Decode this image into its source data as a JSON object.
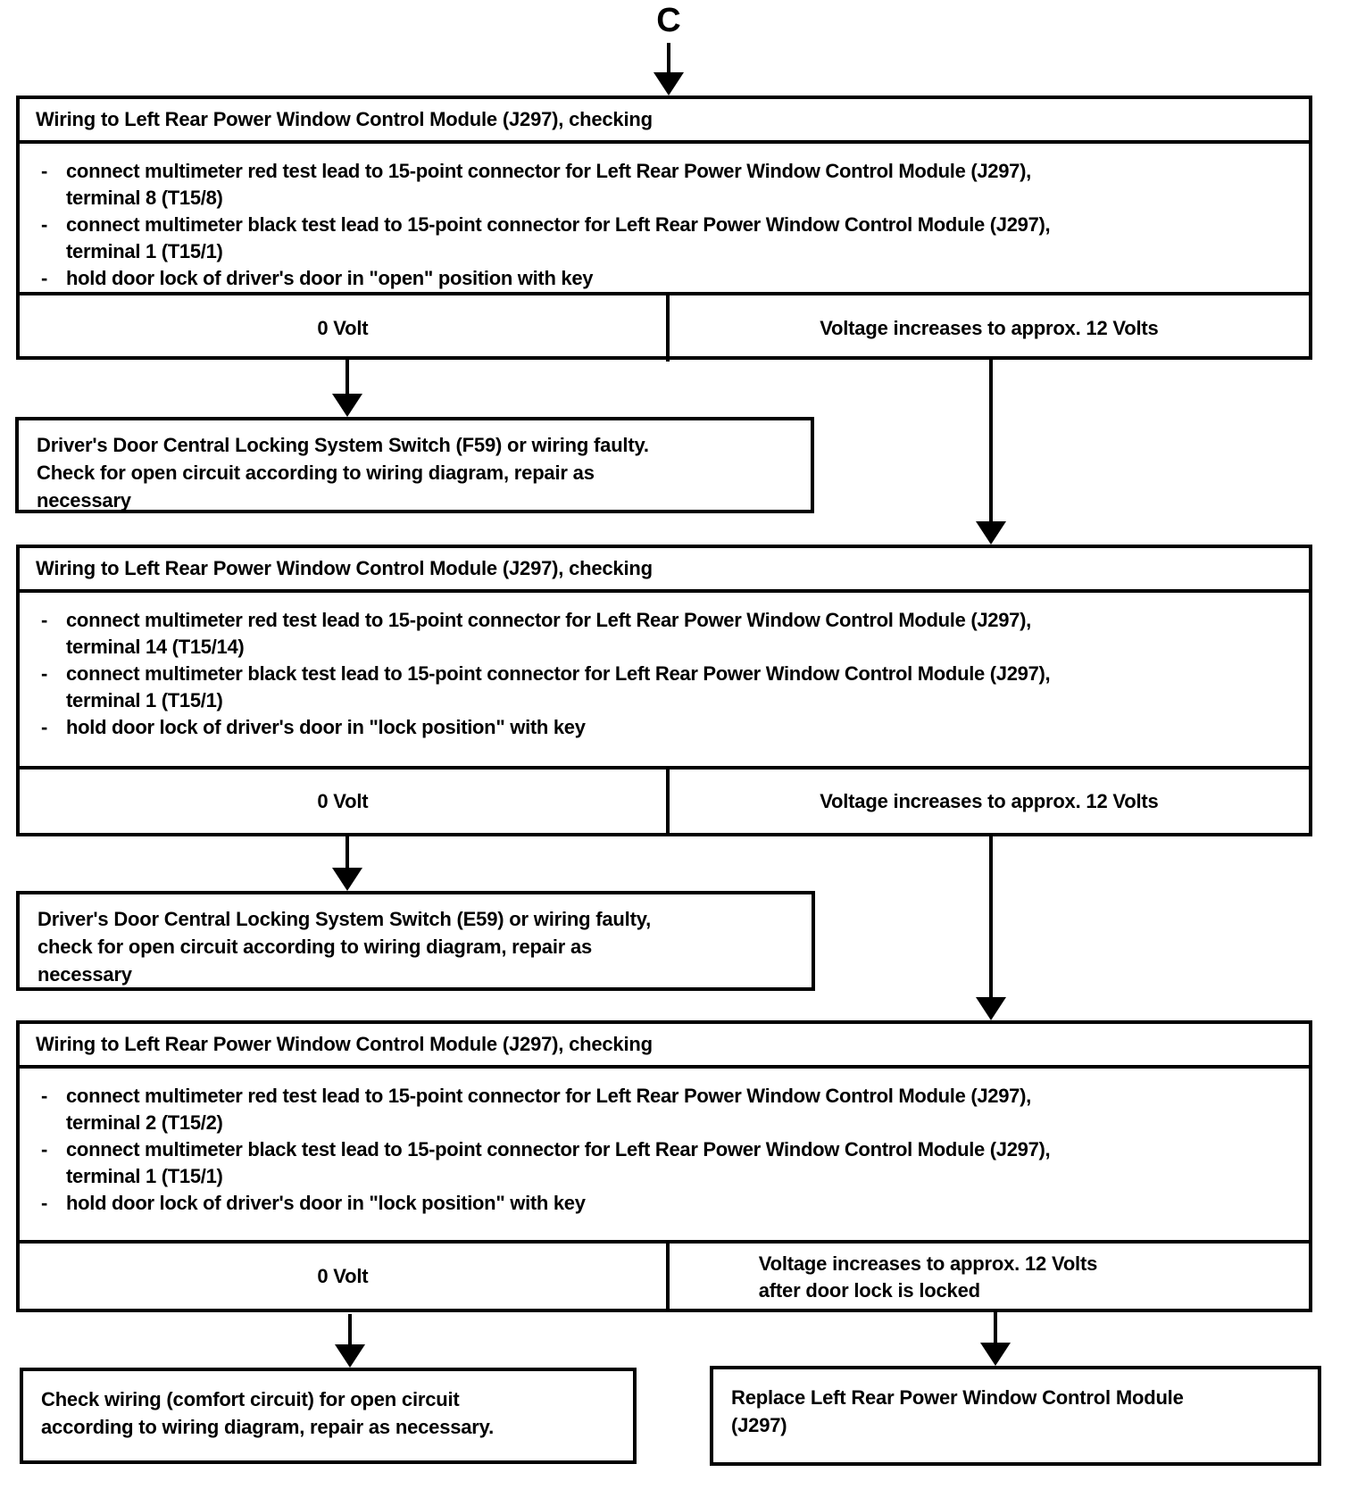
{
  "connector_label": "C",
  "bullet_marker": "-",
  "check1": {
    "title": "Wiring to Left Rear Power Window Control Module (J297), checking",
    "bullets": [
      "connect multimeter red test lead to 15-point connector for Left Rear Power Window Control Module (J297),\nterminal 8 (T15/8)",
      "connect multimeter black test lead to 15-point connector for Left Rear Power Window Control Module (J297),\nterminal 1 (T15/1)",
      "hold door lock of driver's door in \"open\" position with key"
    ],
    "result_left": "0 Volt",
    "result_right": "Voltage  increases to approx. 12 Volts"
  },
  "check2": {
    "title": "Wiring to Left Rear Power Window Control Module (J297), checking",
    "bullets": [
      "connect multimeter red test lead to 15-point connector for Left Rear Power Window Control Module (J297),\nterminal 14 (T15/14)",
      "connect multimeter black test lead to 15-point connector for  Left Rear Power Window Control Module (J297),\nterminal 1 (T15/1)",
      "hold door lock of driver's door in \"lock position\" with key"
    ],
    "result_left": "0 Volt",
    "result_right": "Voltage increases to approx. 12 Volts"
  },
  "check3": {
    "title": "Wiring to Left Rear Power Window Control Module (J297), checking",
    "bullets": [
      "connect multimeter red test lead to 15-point connector for Left Rear Power Window Control Module (J297),\nterminal 2 (T15/2)",
      "connect multimeter black test lead to 15-point connector for Left Rear Power Window Control Module (J297),\nterminal 1 (T15/1)",
      "hold door lock of driver's door in \"lock position\" with key"
    ],
    "result_left": "0 Volt",
    "result_right": "Voltage increases to approx. 12 Volts\nafter door lock is locked"
  },
  "outcome_f59": "Driver's Door Central Locking System Switch (F59) or wiring faulty.\nCheck for open circuit according to wiring diagram, repair as\nnecessary",
  "outcome_e59": "Driver's Door Central Locking System Switch (E59) or wiring faulty,\ncheck for open circuit according to wiring diagram, repair as\nnecessary",
  "outcome_comfort": "Check wiring (comfort circuit) for open circuit\naccording to wiring diagram, repair as necessary.",
  "outcome_replace": "Replace Left Rear Power Window Control Module\n(J297)"
}
